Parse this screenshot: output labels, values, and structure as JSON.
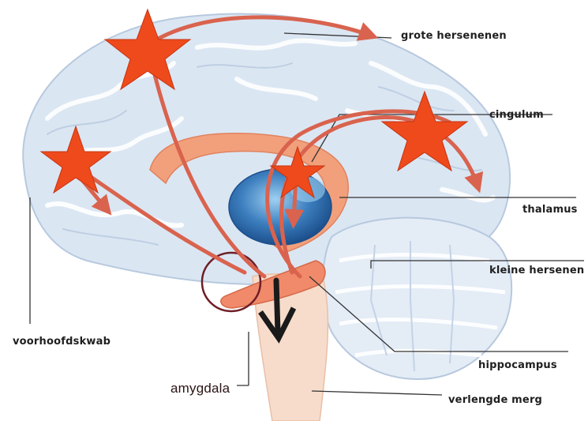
{
  "labels": {
    "cerebrum": "grote hersenenen",
    "cingulum": "cingulum",
    "thalamus": "thalamus",
    "cerebellum": "kleine hersenen",
    "prefrontal": "voorhoofdskwab",
    "hippocampus": "hippocampus",
    "amygdala": "amygdala",
    "medulla": "verlengde merg"
  },
  "colors": {
    "brain": "#dbe6f3",
    "brain_shadow": "#b7c9de",
    "cingulate": "#f2a07c",
    "thalamus": "#3d7fbf",
    "star": "#ee4a1c",
    "arrow": "#d9634e",
    "amygdala_circle": "#6e1f26",
    "leader_line": "#333333",
    "down_arrow": "#1a1a1a"
  }
}
